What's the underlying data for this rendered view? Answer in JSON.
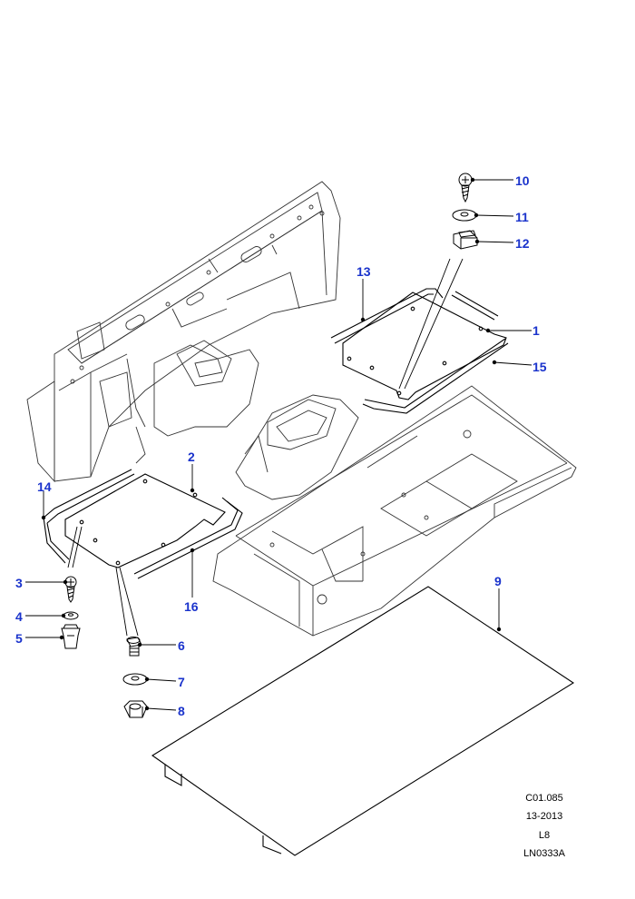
{
  "diagram": {
    "callouts": [
      {
        "id": "1",
        "label": "1"
      },
      {
        "id": "2",
        "label": "2"
      },
      {
        "id": "3",
        "label": "3"
      },
      {
        "id": "4",
        "label": "4"
      },
      {
        "id": "5",
        "label": "5"
      },
      {
        "id": "6",
        "label": "6"
      },
      {
        "id": "7",
        "label": "7"
      },
      {
        "id": "8",
        "label": "8"
      },
      {
        "id": "9",
        "label": "9"
      },
      {
        "id": "10",
        "label": "10"
      },
      {
        "id": "11",
        "label": "11"
      },
      {
        "id": "12",
        "label": "12"
      },
      {
        "id": "13",
        "label": "13"
      },
      {
        "id": "14",
        "label": "14"
      },
      {
        "id": "15",
        "label": "15"
      },
      {
        "id": "16",
        "label": "16"
      }
    ],
    "callout_color": "#1a33cc",
    "line_color": "#000000"
  },
  "footer": {
    "code": "C01.085",
    "date": "13-2013",
    "line3": "L8",
    "ref": "LN0333A"
  }
}
